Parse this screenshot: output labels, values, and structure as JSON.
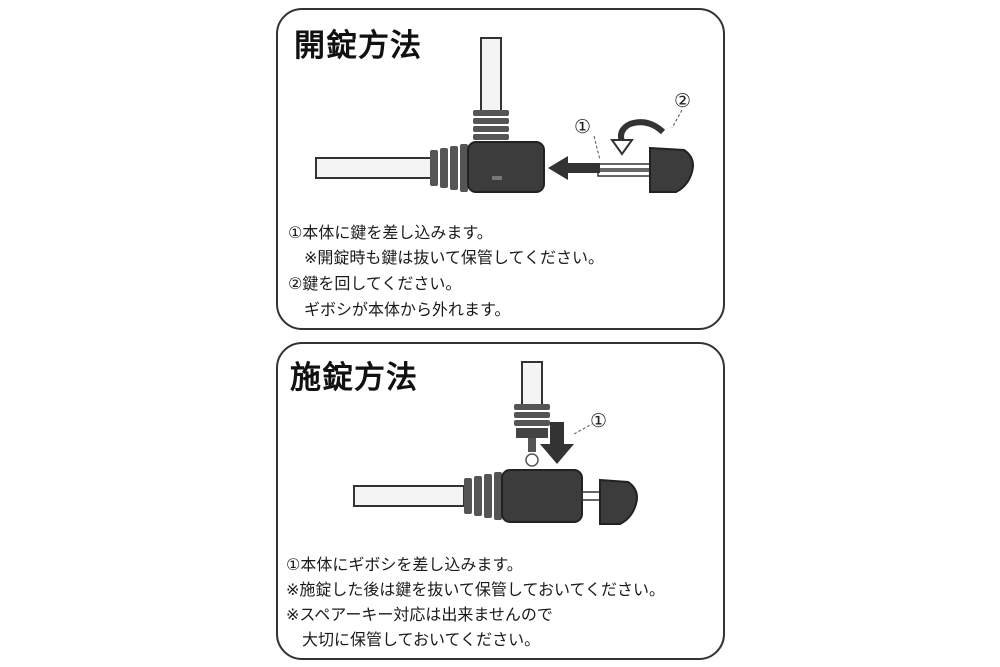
{
  "unlock": {
    "title": "開錠方法",
    "markers": [
      "①",
      "②"
    ],
    "lines": [
      "①本体に鍵を差し込みます。",
      "※開錠時も鍵は抜いて保管してください。",
      "②鍵を回してください。",
      "ギボシが本体から外れます。"
    ]
  },
  "lock": {
    "title": "施錠方法",
    "markers": [
      "①"
    ],
    "lines": [
      "①本体にギボシを差し込みます。",
      "※施錠した後は鍵を抜いて保管しておいてください。",
      "※スペアーキー対応は出来ませんので",
      "大切に保管しておいてください。"
    ]
  },
  "colors": {
    "border": "#333333",
    "ink": "#1a1a1a",
    "body": "#3a3a3a",
    "tube": "#f4f4f4"
  }
}
